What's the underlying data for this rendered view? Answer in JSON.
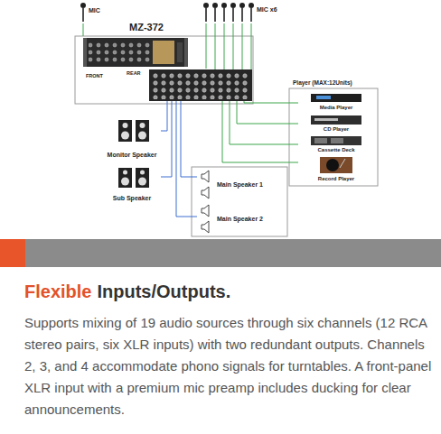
{
  "diagram": {
    "nodes": [
      {
        "text": [
          "MIC"
        ]
      },
      {
        "text": [
          "MIC x6"
        ]
      },
      {
        "text": [
          "MZ-372"
        ]
      },
      {
        "text": [
          "FRONT"
        ],
        "in": 2
      },
      {
        "text": [
          "REAR"
        ],
        "in": 2
      },
      {
        "text": [
          "Player (MAX:12Units)"
        ]
      },
      {
        "text": [
          "Media Player"
        ],
        "in": 5
      },
      {
        "text": [
          "CD Player"
        ],
        "in": 5
      },
      {
        "text": [
          "Cassette Deck"
        ],
        "in": 5
      },
      {
        "text": [
          "Record Player"
        ],
        "in": 5
      },
      {
        "text": [
          "Monitor Speaker"
        ]
      },
      {
        "text": [
          "Sub Speaker"
        ]
      },
      {
        "text": [
          "Main Speaker 1"
        ]
      },
      {
        "text": [
          "Main Speaker 2"
        ]
      }
    ],
    "edges": [
      {
        "from": 0,
        "to": 3,
        "arrow": "none"
      },
      {
        "from": 1,
        "to": 4,
        "arrow": "none"
      },
      {
        "from": 6,
        "to": 4,
        "arrow": "none"
      },
      {
        "from": 7,
        "to": 4,
        "arrow": "none"
      },
      {
        "from": 8,
        "to": 4,
        "arrow": "none"
      },
      {
        "from": 9,
        "to": 4,
        "arrow": "none"
      },
      {
        "from": 4,
        "to": 10,
        "arrow": "none"
      },
      {
        "from": 4,
        "to": 11,
        "arrow": "none"
      },
      {
        "from": 4,
        "to": 12,
        "arrow": "none"
      },
      {
        "from": 4,
        "to": 13,
        "arrow": "none"
      }
    ],
    "labels": [
      "Flexible",
      "Inputs/Outputs.",
      "Supports mixing of 19 audio sources through six channels (12 RCA stereo pairs, six XLR inputs) with two redundant outputs. Channels 2, 3, and 4 accommodate phono signals for turntables. A front-panel XLR input with a premium mic preamp includes ducking for clear announcements."
    ]
  }
}
